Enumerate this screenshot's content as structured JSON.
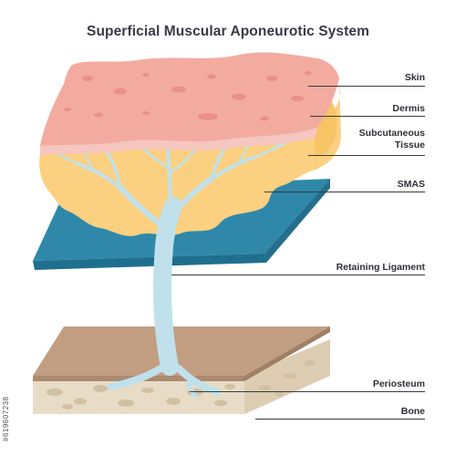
{
  "title": "Superficial Muscular Aponeurotic System",
  "labels": {
    "skin": "Skin",
    "dermis": "Dermis",
    "subcutaneous_1": "Subcutaneous",
    "subcutaneous_2": "Tissue",
    "smas": "SMAS",
    "retaining_ligament": "Retaining Ligament",
    "periosteum": "Periosteum",
    "bone": "Bone"
  },
  "stock_id": "#619607238",
  "colors": {
    "skin": "#f2aba0",
    "dermis": "#f8cf7a",
    "subcutaneous": "#fbd385",
    "smas": "#2d86a8",
    "ligament": "#bde0ea",
    "periosteum": "#bf9c80",
    "bone": "#ece1cf"
  }
}
